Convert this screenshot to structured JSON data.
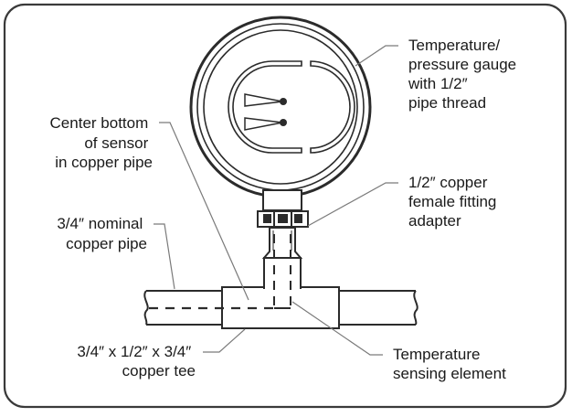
{
  "labels": {
    "gauge": [
      "Temperature/",
      "pressure gauge",
      "with 1/2″",
      "pipe thread"
    ],
    "sensor_bottom": [
      "Center bottom",
      "of sensor",
      "in copper pipe"
    ],
    "fitting": [
      "1/2″ copper",
      "female fitting",
      "adapter"
    ],
    "pipe": [
      "3/4″ nominal",
      "copper pipe"
    ],
    "tee": [
      "3/4″ x 1/2″ x 3/4″",
      "copper tee"
    ],
    "element": [
      "Temperature",
      "sensing element"
    ]
  }
}
